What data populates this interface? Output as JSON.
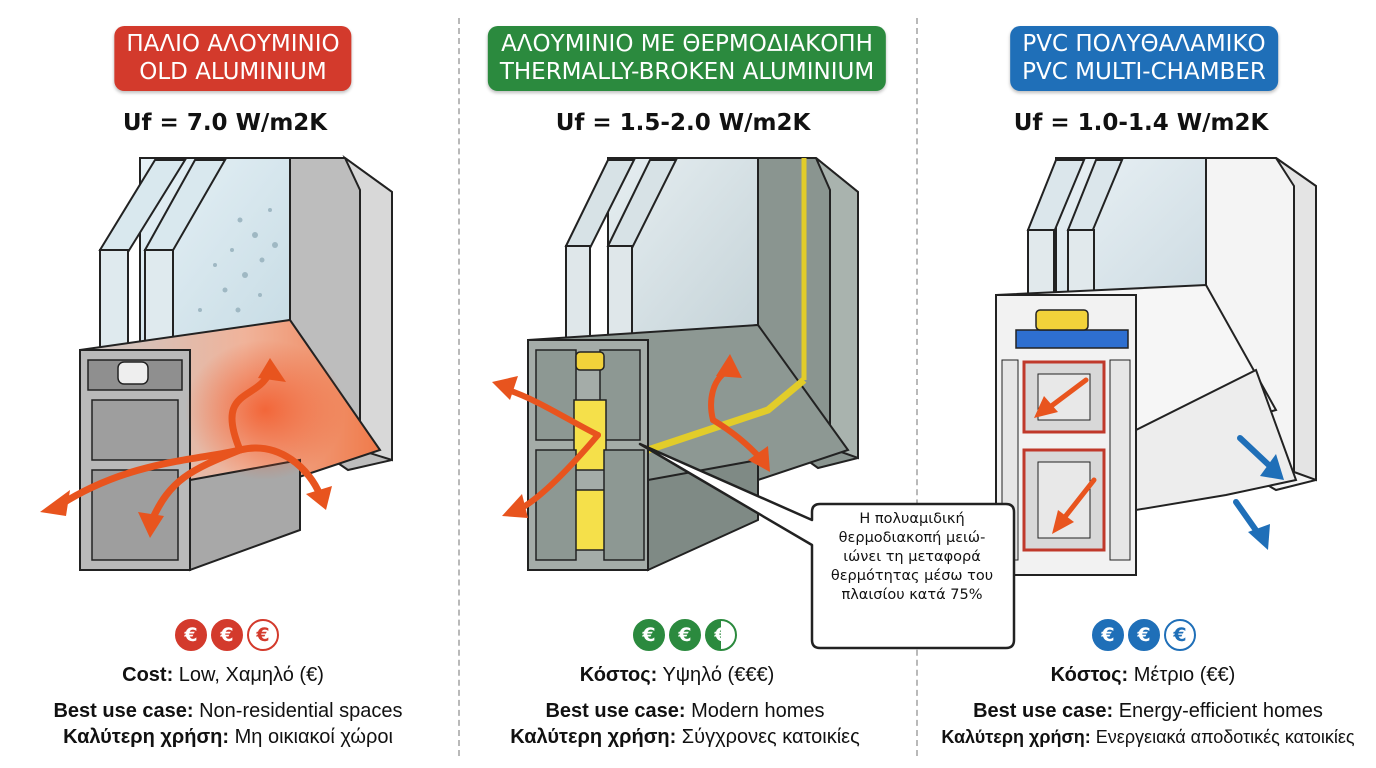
{
  "columns": [
    {
      "title_gr": "ΠΑΛΙΟ ΑΛΟΥΜΙΝΙΟ",
      "title_en": "OLD ALUMINIUM",
      "uf": "Uf = 7.0 W/m2K",
      "accent": "#d33a2c",
      "euro_symbol": "€",
      "euro_filled": 2,
      "euro_total": 3,
      "cost_label": "Cost:",
      "cost_value": " Low, Χαμηλό (€)",
      "best_label": "Best use case:",
      "best_value": " Non-residential spaces",
      "best_gr_label": "Καλύτερη χρήση:",
      "best_gr_value": " Μη οικιακοί χώροι"
    },
    {
      "title_gr": "ΑΛΟΥΜΙΝΙΟ ΜΕ ΘΕΡΜΟΔΙΑΚΟΠΗ",
      "title_en": "THERMALLY-BROKEN ALUMINIUM",
      "uf": "Uf = 1.5-2.0 W/m2K",
      "accent": "#2b8a3e",
      "euro_symbol": "€",
      "euro_filled": 2.5,
      "euro_total": 3,
      "cost_label": "Κόστος:",
      "cost_value": " Υψηλό (€€€)",
      "best_label": "Best use case:",
      "best_value": " Modern homes",
      "best_gr_label": "Καλύτερη χρήση:",
      "best_gr_value": " Σύγχρονες κατοικίες"
    },
    {
      "title_gr": "PVC ΠΟΛΥΘΑΛΑΜΙΚΟ",
      "title_en": "PVC MULTI-CHAMBER",
      "uf": "Uf = 1.0-1.4 W/m2K",
      "accent": "#1f6fb8",
      "euro_symbol": "€",
      "euro_filled": 2,
      "euro_total": 3,
      "cost_label": "Κόστος:",
      "cost_value": " Μέτριο (€€)",
      "best_label": "Best use case:",
      "best_value": " Energy-efficient homes",
      "best_gr_label": "Καλύτερη χρήση:",
      "best_gr_value": " Ενεργειακά αποδοτικές κατοικίες"
    }
  ],
  "callout": {
    "lines": [
      "Η πολυαμιδική",
      "θερμοδιακοπή μειώ-",
      "ιώνει τη μεταφορά",
      "θερμότητας μέσω του",
      "πλαισίου κατά 75%"
    ]
  },
  "icons": [
    "euro-coin-icon",
    "heat-arrow-icon"
  ]
}
